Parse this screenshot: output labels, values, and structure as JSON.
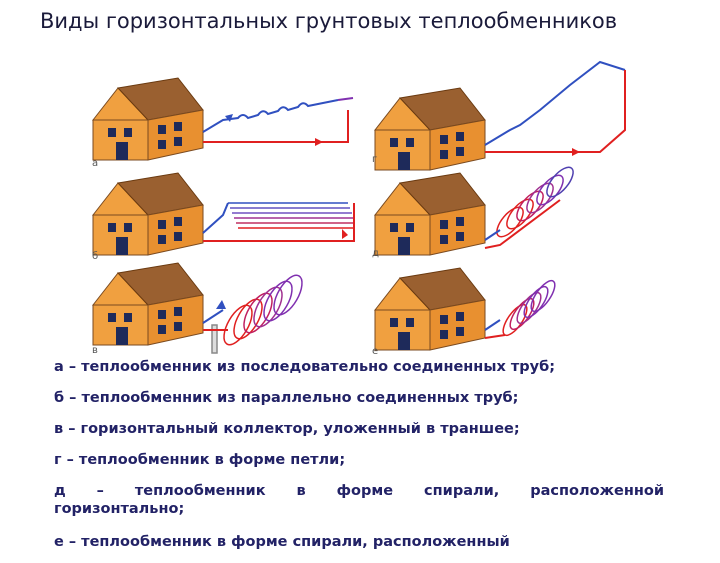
{
  "title": "Виды горизонтальных грунтовых теплообменников",
  "panels": [
    {
      "id": "a",
      "label": "а"
    },
    {
      "id": "b",
      "label": "б"
    },
    {
      "id": "v",
      "label": "в"
    },
    {
      "id": "g",
      "label": "г"
    },
    {
      "id": "d",
      "label": "д"
    },
    {
      "id": "e",
      "label": "е"
    }
  ],
  "legend": {
    "a": "а – теплообменник из последовательно соединенных труб;",
    "b": "б – теплообменник из параллельно соединенных труб;",
    "v": "в – горизонтальный коллектор, уложенный в траншее;",
    "g": "г – теплообменник в форме петли;",
    "d_line1": "д – теплообменник в форме спирали, расположенной",
    "d_line2": "горизонтально;",
    "e": "е – теплообменник в форме спирали, расположенный"
  },
  "colors": {
    "house_wall": "#f0a040",
    "house_roof": "#8a5a30",
    "window": "#1e2a5a",
    "pipe_hot": "#e02020",
    "pipe_cold": "#3050c0",
    "coil_purple": "#8030b0"
  }
}
